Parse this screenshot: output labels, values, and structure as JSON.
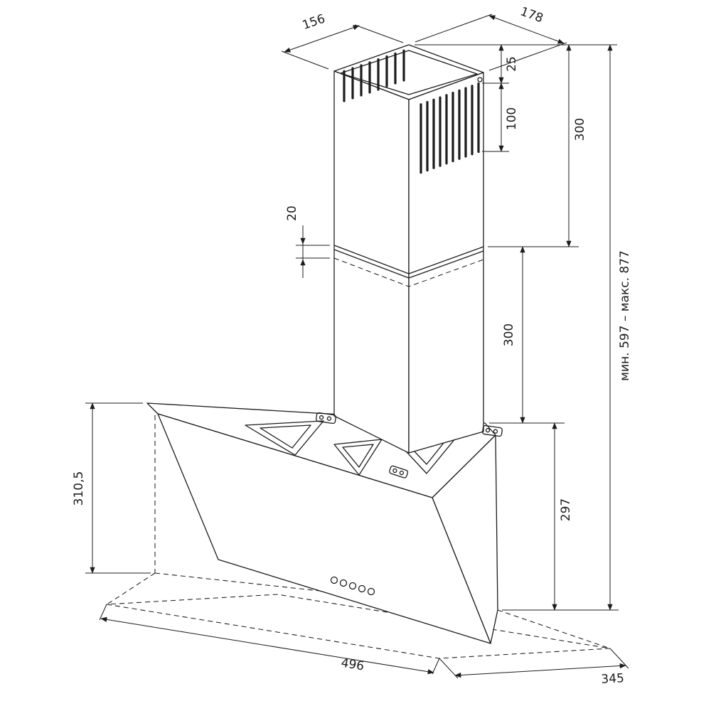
{
  "diagram": {
    "type": "technical dimension drawing",
    "subject": "wall-mounted slanted kitchen cooker hood with telescopic chimney duct",
    "units": "mm"
  },
  "dims": {
    "chimney_top_depth": "156",
    "chimney_top_width": "178",
    "vent_offset_from_top": "25",
    "vent_slot_height": "100",
    "upper_duct_height": "300",
    "telescopic_overlap": "20",
    "lower_duct_height": "300",
    "body_back_height": "310,5",
    "body_front_height": "297",
    "body_width": "496",
    "body_depth": "345",
    "overall_height_range": "мин. 597 – макс. 877"
  }
}
